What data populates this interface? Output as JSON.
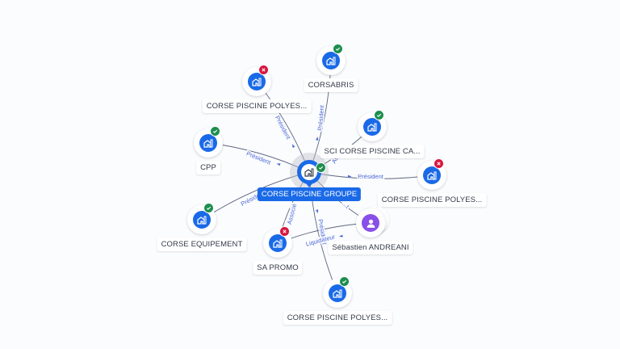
{
  "graph": {
    "center": {
      "label": "CORSE PISCINE GROUPE",
      "status": "active",
      "icon": "building-icon"
    },
    "nodes": [
      {
        "id": "n1",
        "label": "CORSE PISCINE POLYES...",
        "status": "closed",
        "icon": "building-icon"
      },
      {
        "id": "n2",
        "label": "CORSABRIS",
        "status": "active",
        "icon": "building-icon"
      },
      {
        "id": "n3",
        "label": "SCI CORSE PISCINE CA...",
        "status": "active",
        "icon": "building-icon"
      },
      {
        "id": "n4",
        "label": "CPP",
        "status": "active",
        "icon": "building-icon"
      },
      {
        "id": "n5",
        "label": "CORSE PISCINE POLYES...",
        "status": "closed",
        "icon": "building-icon"
      },
      {
        "id": "n6",
        "label": "CORSE EQUIPEMENT",
        "status": "active",
        "icon": "building-icon"
      },
      {
        "id": "n7",
        "label": "Sébastien ANDREANI",
        "status": "person",
        "icon": "person-icon"
      },
      {
        "id": "n8",
        "label": "SA PROMO",
        "status": "closed",
        "icon": "building-icon"
      },
      {
        "id": "n9",
        "label": "CORSE PISCINE POLYES...",
        "status": "active",
        "icon": "building-icon"
      }
    ],
    "edges": [
      {
        "from": "center",
        "to": "n1",
        "label": "Président"
      },
      {
        "from": "center",
        "to": "n2",
        "label": "Président"
      },
      {
        "from": "center",
        "to": "n3",
        "label": "Asso..."
      },
      {
        "from": "center",
        "to": "n4",
        "label": "Président"
      },
      {
        "from": "center",
        "to": "n5",
        "label": "Président"
      },
      {
        "from": "center",
        "to": "n6",
        "label": "Président"
      },
      {
        "from": "center",
        "to": "n7",
        "label": "...t"
      },
      {
        "from": "center",
        "to": "n8",
        "label": "Associé"
      },
      {
        "from": "center",
        "to": "n9",
        "label": "Président"
      },
      {
        "from": "n7",
        "to": "n8",
        "label": "Liquidateur"
      }
    ]
  },
  "colors": {
    "accent": "#1a6ae8",
    "active": "#1e8e4e",
    "closed": "#d8173f",
    "person": "#8a4fe8",
    "edge_label": "#4b69d6"
  }
}
